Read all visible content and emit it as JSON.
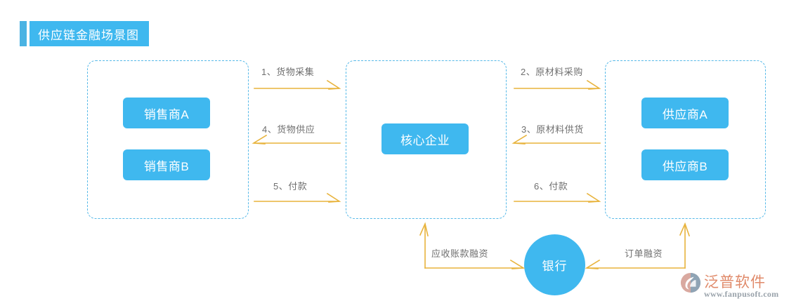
{
  "header": {
    "title": "供应链金融场景图",
    "accent_color": "#4ab3e3",
    "background_color": "#3fb8ef",
    "text_color": "#ffffff"
  },
  "palette": {
    "node_blue": "#3fb8ef",
    "dashed_border": "#56b9e8",
    "arrow_gold": "#e8b33c",
    "label_gray": "#6f6f6f",
    "logo_orange": "#e08a6a",
    "logo_url_gray": "#9aa3ab"
  },
  "groups": [
    {
      "id": "sellers",
      "name": "销售商分组",
      "nodes": [
        {
          "id": "seller-a",
          "label": "销售商A"
        },
        {
          "id": "seller-b",
          "label": "销售商B"
        }
      ]
    },
    {
      "id": "core",
      "name": "核心企业分组",
      "nodes": [
        {
          "id": "core-enterprise",
          "label": "核心企业"
        }
      ]
    },
    {
      "id": "suppliers",
      "name": "供应商分组",
      "nodes": [
        {
          "id": "supplier-a",
          "label": "供应商A"
        },
        {
          "id": "supplier-b",
          "label": "供应商B"
        }
      ]
    }
  ],
  "bank": {
    "label": "银行"
  },
  "flows": [
    {
      "step": "1",
      "label": "1、货物采集",
      "from": "sellers",
      "to": "core",
      "direction": "right"
    },
    {
      "step": "4",
      "label": "4、货物供应",
      "from": "core",
      "to": "sellers",
      "direction": "left"
    },
    {
      "step": "5",
      "label": "5、付款",
      "from": "sellers",
      "to": "core",
      "direction": "right"
    },
    {
      "step": "2",
      "label": "2、原材料采购",
      "from": "core",
      "to": "suppliers",
      "direction": "right"
    },
    {
      "step": "3",
      "label": "3、原材料供货",
      "from": "suppliers",
      "to": "core",
      "direction": "left"
    },
    {
      "step": "6",
      "label": "6、付款",
      "from": "core",
      "to": "suppliers",
      "direction": "right"
    }
  ],
  "financing": [
    {
      "id": "receivable",
      "label": "应收账款融资",
      "from": "bank",
      "to": "core"
    },
    {
      "id": "order",
      "label": "订单融资",
      "from": "bank",
      "to": "suppliers"
    }
  ],
  "logo": {
    "name": "泛普软件",
    "url": "www.fanpusoft.com"
  }
}
